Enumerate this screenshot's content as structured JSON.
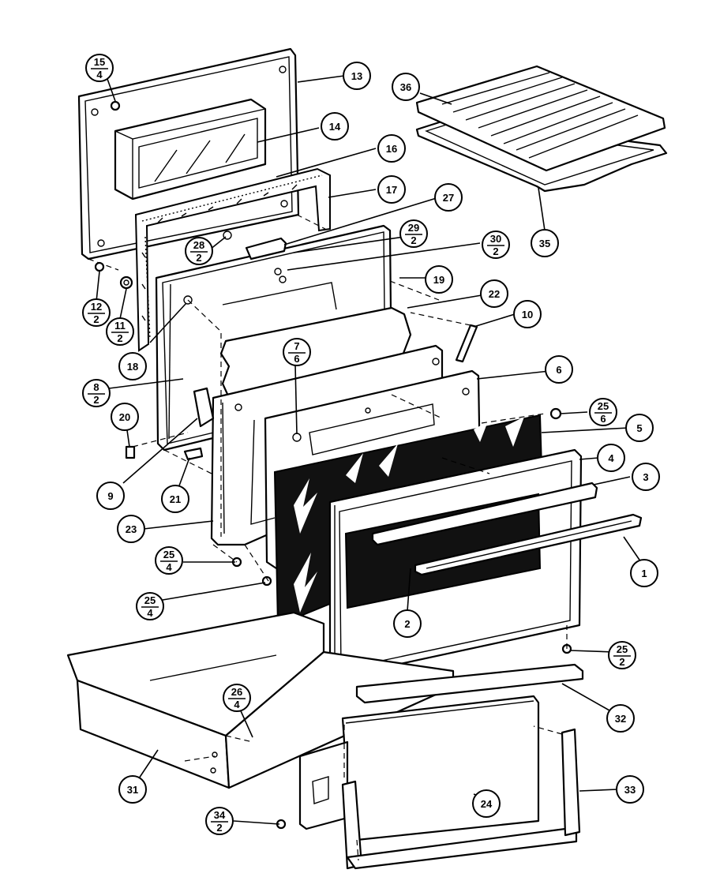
{
  "callouts": [
    {
      "id": "c13",
      "top": "13"
    },
    {
      "id": "c14",
      "top": "14"
    },
    {
      "id": "c16",
      "top": "16"
    },
    {
      "id": "c17",
      "top": "17"
    },
    {
      "id": "c27",
      "top": "27"
    },
    {
      "id": "c36",
      "top": "36"
    },
    {
      "id": "c35",
      "top": "35"
    },
    {
      "id": "c15",
      "top": "15",
      "bottom": "4"
    },
    {
      "id": "c28",
      "top": "28",
      "bottom": "2"
    },
    {
      "id": "c29",
      "top": "29",
      "bottom": "2"
    },
    {
      "id": "c30",
      "top": "30",
      "bottom": "2"
    },
    {
      "id": "c19",
      "top": "19"
    },
    {
      "id": "c22",
      "top": "22"
    },
    {
      "id": "c10",
      "top": "10"
    },
    {
      "id": "c12",
      "top": "12",
      "bottom": "2"
    },
    {
      "id": "c11",
      "top": "11",
      "bottom": "2"
    },
    {
      "id": "c18",
      "top": "18"
    },
    {
      "id": "c7",
      "top": "7",
      "bottom": "6"
    },
    {
      "id": "c6",
      "top": "6"
    },
    {
      "id": "c8",
      "top": "8",
      "bottom": "2"
    },
    {
      "id": "c25a",
      "top": "25",
      "bottom": "6"
    },
    {
      "id": "c5",
      "top": "5"
    },
    {
      "id": "c20",
      "top": "20"
    },
    {
      "id": "c4",
      "top": "4"
    },
    {
      "id": "c3",
      "top": "3"
    },
    {
      "id": "c9",
      "top": "9"
    },
    {
      "id": "c21",
      "top": "21"
    },
    {
      "id": "c23",
      "top": "23"
    },
    {
      "id": "c1",
      "top": "1"
    },
    {
      "id": "c25b",
      "top": "25",
      "bottom": "4"
    },
    {
      "id": "c25c",
      "top": "25",
      "bottom": "4"
    },
    {
      "id": "c2",
      "top": "2"
    },
    {
      "id": "c25d",
      "top": "25",
      "bottom": "2"
    },
    {
      "id": "c26",
      "top": "26",
      "bottom": "4"
    },
    {
      "id": "c32",
      "top": "32"
    },
    {
      "id": "c31",
      "top": "31"
    },
    {
      "id": "c33",
      "top": "33"
    },
    {
      "id": "c24",
      "top": "24"
    },
    {
      "id": "c34",
      "top": "34",
      "bottom": "2"
    }
  ]
}
